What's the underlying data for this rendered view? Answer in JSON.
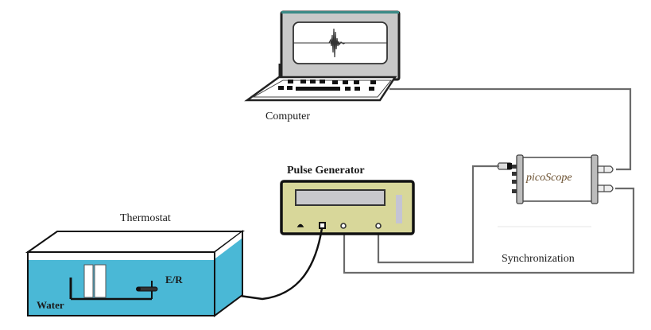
{
  "labels": {
    "computer": "Computer",
    "pulse_generator": "Pulse Generator",
    "thermostat": "Thermostat",
    "water": "Water",
    "electrode": "E/R",
    "oscilloscope": "picoScope",
    "synchronization": "Synchronization"
  },
  "colors": {
    "water": "#4ab8d6",
    "generator_face": "#d8d79a",
    "generator_display": "#c8c8cc",
    "laptop_body": "#c8c8c8",
    "wire": "#6b6b6b",
    "scope_text": "#7a5a30"
  }
}
